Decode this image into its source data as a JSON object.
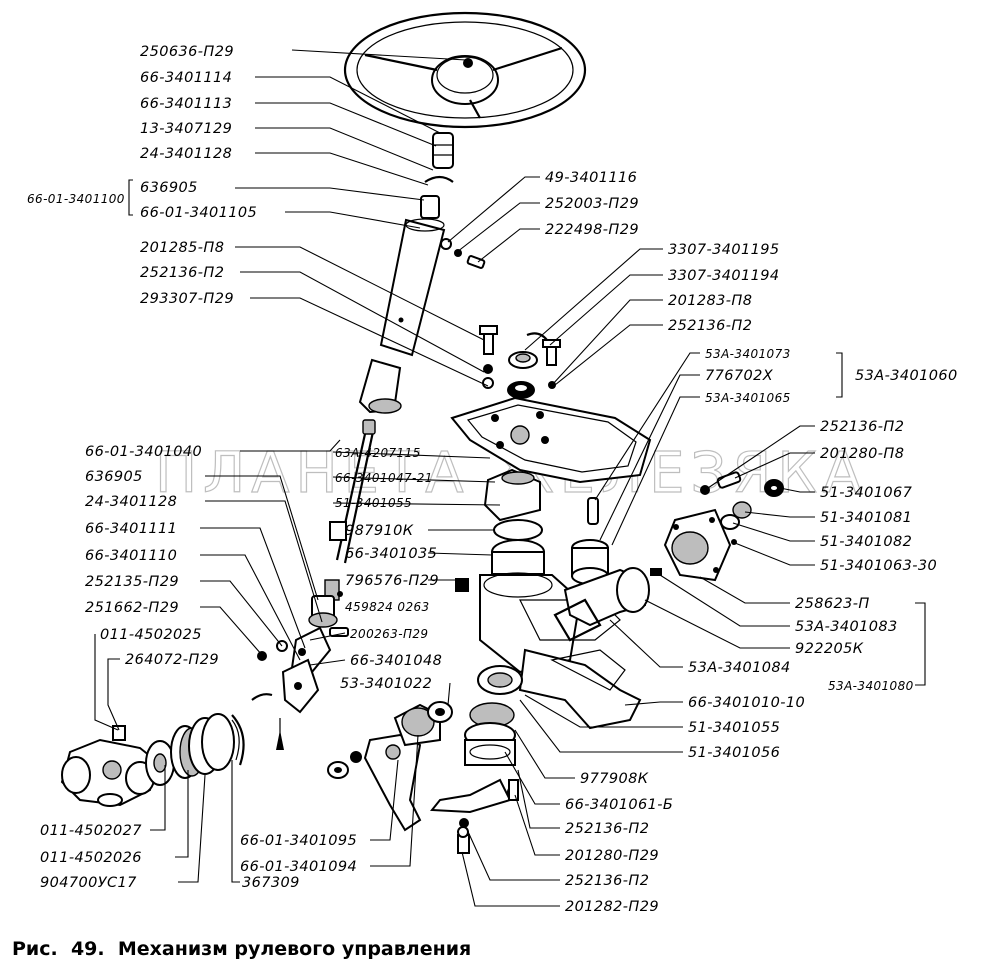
{
  "caption": {
    "prefix": "Рис.",
    "number": "49.",
    "title": "Механизм рулевого управления"
  },
  "watermark": "ПЛАНЕТА ЖЕЛЕЗЯКА",
  "labels": {
    "l01": "250636-П29",
    "l02": "66-3401114",
    "l03": "66-3401113",
    "l04": "13-3407129",
    "l05": "24-3401128",
    "l06": "636905",
    "l07": "66-01-3401105",
    "l08": "66-01-3401100",
    "l09": "201285-П8",
    "l10": "252136-П2",
    "l11": "293307-П29",
    "l12": "49-3401116",
    "l13": "252003-П29",
    "l14": "222498-П29",
    "l15": "3307-3401195",
    "l16": "3307-3401194",
    "l17": "201283-П8",
    "l18": "252136-П2",
    "l19": "53А-3401073",
    "l20": "776702Х",
    "l21": "53А-3401065",
    "l22": "53А-3401060",
    "l23": "252136-П2",
    "l24": "201280-П8",
    "l25": "51-3401067",
    "l26": "51-3401081",
    "l27": "51-3401082",
    "l28": "51-3401063-30",
    "l29": "258623-П",
    "l30": "53А-3401083",
    "l31": "922205К",
    "l32": "53А-3401080",
    "l33": "53А-3401084",
    "l34": "66-3401010-10",
    "l35": "51-3401055",
    "l36": "51-3401056",
    "l37": "977908К",
    "l38": "66-3401061-Б",
    "l39": "252136-П2",
    "l40": "201280-П29",
    "l41": "252136-П2",
    "l42": "201282-П29",
    "l43": "66-01-3401040",
    "l44": "636905",
    "l45": "24-3401128",
    "l46": "66-3401111",
    "l47": "66-3401110",
    "l48": "252135-П29",
    "l49": "251662-П29",
    "l50": "011-4502025",
    "l51": "264072-П29",
    "l52": "011-4502027",
    "l53": "011-4502026",
    "l54": "904700УС17",
    "l55": "367309",
    "l56": "66-01-3401095",
    "l57": "66-01-3401094",
    "l58": "63А-4207115",
    "l59": "66-3401047-21",
    "l60": "51-3401055",
    "l61": "987910К",
    "l62": "66-3401035",
    "l63": "796576-П29",
    "l64": "459824 0263",
    "l65": "200263-П29",
    "l66": "66-3401048",
    "l67": "53-3401022"
  }
}
